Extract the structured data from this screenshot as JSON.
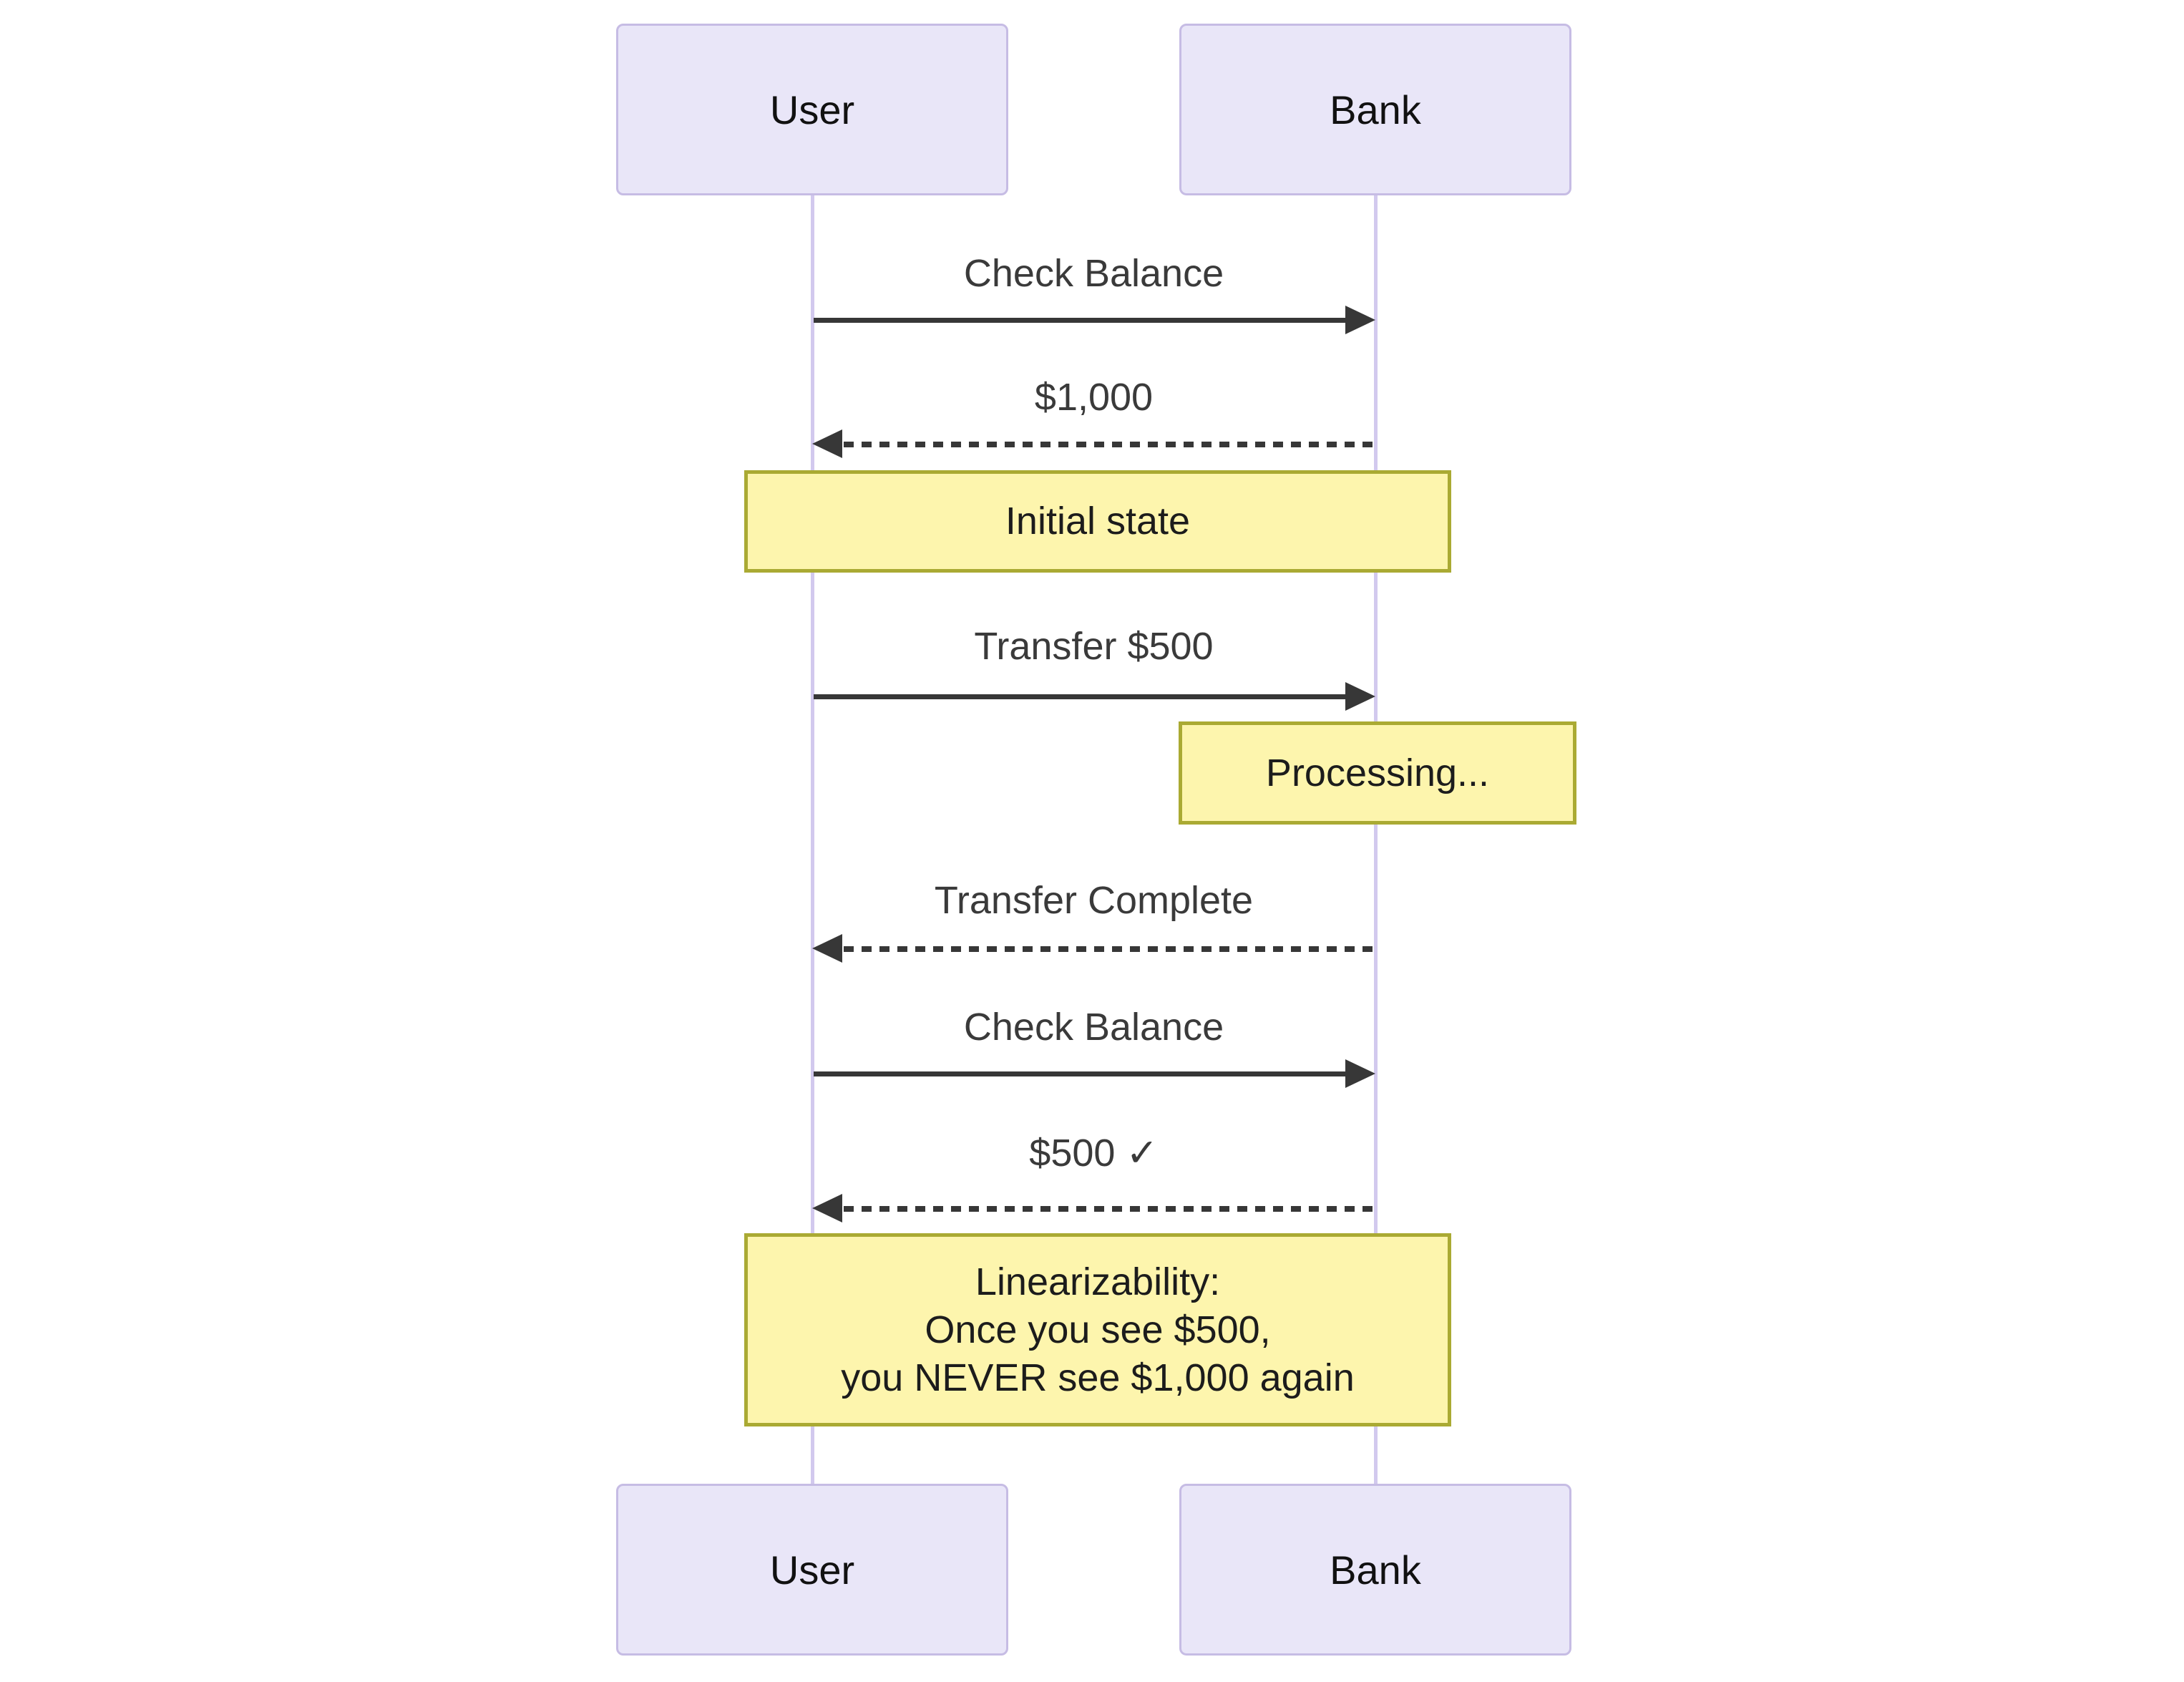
{
  "diagram": {
    "type": "sequence",
    "participants": [
      {
        "id": "user",
        "name": "User"
      },
      {
        "id": "bank",
        "name": "Bank"
      }
    ],
    "messages": [
      {
        "from": "User",
        "to": "Bank",
        "label": "Check Balance",
        "line": "solid",
        "direction": "right"
      },
      {
        "from": "Bank",
        "to": "User",
        "label": "$1,000",
        "line": "dashed",
        "direction": "left"
      },
      {
        "from": "User",
        "to": "Bank",
        "label": "Transfer $500",
        "line": "solid",
        "direction": "right"
      },
      {
        "from": "Bank",
        "to": "User",
        "label": "Transfer Complete",
        "line": "dashed",
        "direction": "left"
      },
      {
        "from": "User",
        "to": "Bank",
        "label": "Check Balance",
        "line": "solid",
        "direction": "right"
      },
      {
        "from": "Bank",
        "to": "User",
        "label": "$500 ✓",
        "line": "dashed",
        "direction": "left"
      }
    ],
    "notes": [
      {
        "over": [
          "User",
          "Bank"
        ],
        "label": "Initial state",
        "lines": [
          "Initial state"
        ]
      },
      {
        "over": [
          "Bank"
        ],
        "label": "Processing...",
        "lines": [
          "Processing..."
        ]
      },
      {
        "over": [
          "User",
          "Bank"
        ],
        "label": "Linearizability: Once you see $500, you NEVER see $1,000 again",
        "lines": [
          "Linearizability:",
          "Once you see $500,",
          "you NEVER see $1,000 again"
        ]
      }
    ],
    "colors": {
      "actor_fill": "#e9e6f8",
      "actor_border": "#c6bce4",
      "lifeline": "#d2c9ee",
      "note_fill": "#fdf5ad",
      "note_border": "#aaaa33",
      "arrow": "#373737",
      "message_text": "#3a3a3a",
      "background": "#ffffff"
    }
  }
}
